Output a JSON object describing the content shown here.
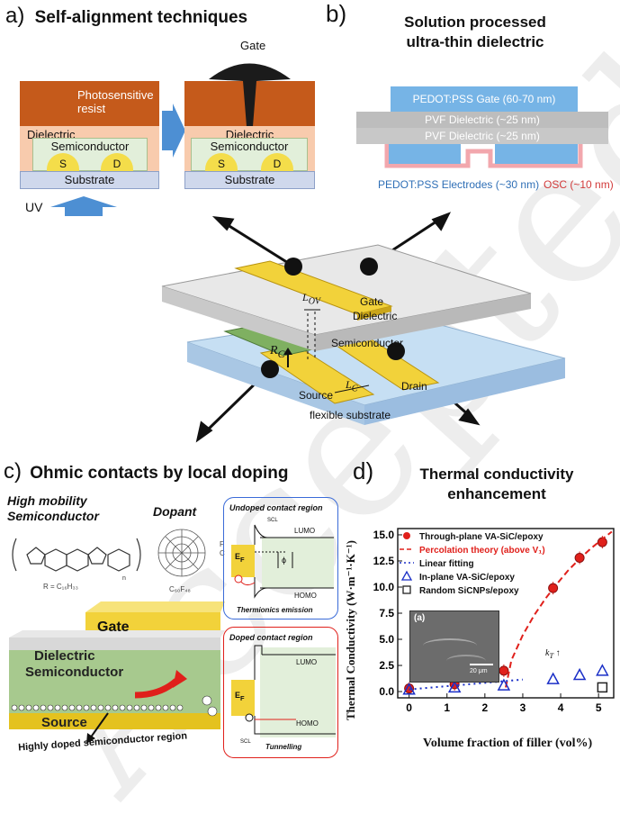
{
  "panel_a": {
    "letter": "a)",
    "title": "Self-alignment techniques",
    "left_stack": {
      "resist": "Photosensitive\nresist",
      "dielectric": "Dielectric",
      "semiconductor": "Semiconductor",
      "s": "S",
      "d": "D",
      "substrate": "Substrate"
    },
    "right_stack": {
      "gate": "Gate",
      "dielectric": "Dielectric",
      "semiconductor": "Semiconductor",
      "s": "S",
      "d": "D",
      "substrate": "Substrate"
    },
    "uv": "UV"
  },
  "panel_b": {
    "letter": "b)",
    "title_line1": "Solution processed",
    "title_line2": "ultra-thin dielectric",
    "gate": "PEDOT:PSS Gate (60-70 nm)",
    "diel1": "PVF Dielectric (~25 nm)",
    "diel2": "PVF Dielectric (~25 nm)",
    "electrodes": "PEDOT:PSS Electrodes (~30 nm)",
    "osc": "OSC (~10 nm)"
  },
  "center": {
    "lov": "L",
    "lov_sub": "OV",
    "gate": "Gate",
    "dielectric": "Dielectric",
    "semiconductor": "Semiconductor",
    "rc": "R",
    "rc_sub": "C",
    "lc": "L",
    "lc_sub": "C",
    "source": "Source",
    "drain": "Drain",
    "substrate": "flexible substrate"
  },
  "panel_c": {
    "letter": "c)",
    "title": "Ohmic contacts by local doping",
    "high_mobility": "High mobility\nSemiconductor",
    "dopant": "Dopant",
    "r_label": "R = C₁₆H₃₃",
    "n_label": "n",
    "c60": "C₆₀F₄₈",
    "f_label": "F",
    "c_label": "C",
    "gate": "Gate",
    "dielectric": "Dielectric",
    "semiconductor": "Semiconductor",
    "source": "Source",
    "doped_region": "Highly doped semiconductor region",
    "undoped_title": "Undoped contact region",
    "scl": "SCL",
    "lumo": "LUMO",
    "homo": "HOMO",
    "ef": "E",
    "ef_sub": "F",
    "phi": "ϕ",
    "thermionic": "Thermionics emission",
    "doped_title": "Doped contact region",
    "tunnelling": "Tunnelling"
  },
  "panel_d": {
    "letter": "d)",
    "title_line1": "Thermal conductivity",
    "title_line2": "enhancement",
    "inset_label": "(a)",
    "inset_scale": "20 μm",
    "kt": "k",
    "kt_sub": "T",
    "kt_arrow": "↑"
  },
  "chart_data": {
    "type": "scatter",
    "xlabel": "Volume fraction of filler (vol%)",
    "ylabel": "Thermal Conductivity (W·m⁻¹·K⁻¹)",
    "xlim": [
      -0.3,
      5.4
    ],
    "ylim": [
      -0.6,
      15.6
    ],
    "xticks": [
      0,
      1,
      2,
      3,
      4,
      5
    ],
    "yticks": [
      0.0,
      2.5,
      5.0,
      7.5,
      10.0,
      12.5,
      15.0
    ],
    "yticklabels": [
      "0.0",
      "2.5",
      "5.0",
      "7.5",
      "10.0",
      "12.5",
      "15.0"
    ],
    "legend_position": "top-left",
    "series": [
      {
        "name": "Through-plane VA-SiC/epoxy",
        "marker": "filled-circle",
        "color": "#e0201b",
        "x": [
          0,
          1.2,
          2.5,
          3.8,
          4.5,
          5.1
        ],
        "y": [
          0.3,
          0.7,
          2.0,
          9.9,
          12.8,
          14.3
        ]
      },
      {
        "name": "Percolation theory (above V₁)",
        "style": "dashed-line",
        "color": "#e0201b",
        "x": [
          2.55,
          2.7,
          3.0,
          3.3,
          3.6,
          3.9,
          4.2,
          4.5,
          4.8,
          5.1,
          5.35
        ],
        "y": [
          0.4,
          3.0,
          5.4,
          7.3,
          8.9,
          10.3,
          11.6,
          12.7,
          13.7,
          14.6,
          15.3
        ]
      },
      {
        "name": "Linear fitting",
        "style": "dotted-line",
        "color": "#1a2fc7",
        "x": [
          0,
          3.0
        ],
        "y": [
          0.2,
          1.15
        ]
      },
      {
        "name": "In-plane VA-SiC/epoxy",
        "marker": "open-triangle",
        "color": "#1a2fc7",
        "x": [
          0,
          1.2,
          2.5,
          3.8,
          4.5,
          5.1
        ],
        "y": [
          0.2,
          0.4,
          0.6,
          1.2,
          1.6,
          2.0
        ]
      },
      {
        "name": "Random SiCNPs/epoxy",
        "marker": "open-square",
        "color": "#222222",
        "x": [
          5.1
        ],
        "y": [
          0.4
        ]
      }
    ]
  },
  "watermark": "Accepted"
}
